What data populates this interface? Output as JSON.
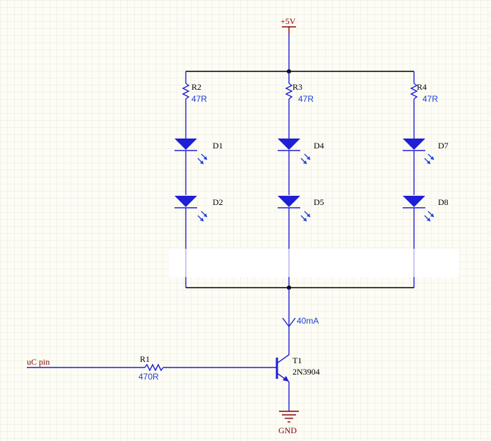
{
  "power": {
    "vcc_label": "+5V",
    "gnd_label": "GND"
  },
  "resistors": [
    {
      "ref": "R2",
      "value": "47R"
    },
    {
      "ref": "R3",
      "value": "47R"
    },
    {
      "ref": "R4",
      "value": "47R"
    },
    {
      "ref": "R1",
      "value": "470R"
    }
  ],
  "leds": [
    "D1",
    "D2",
    "D4",
    "D5",
    "D7",
    "D8"
  ],
  "transistor": {
    "ref": "T1",
    "part": "2N3904"
  },
  "current_label": "40mA",
  "input_label": "uC pin",
  "colors": {
    "wire": "#1f1fd6",
    "power": "#8b0000",
    "grid": "#e6e6d8",
    "background": "#fdfdf6"
  }
}
